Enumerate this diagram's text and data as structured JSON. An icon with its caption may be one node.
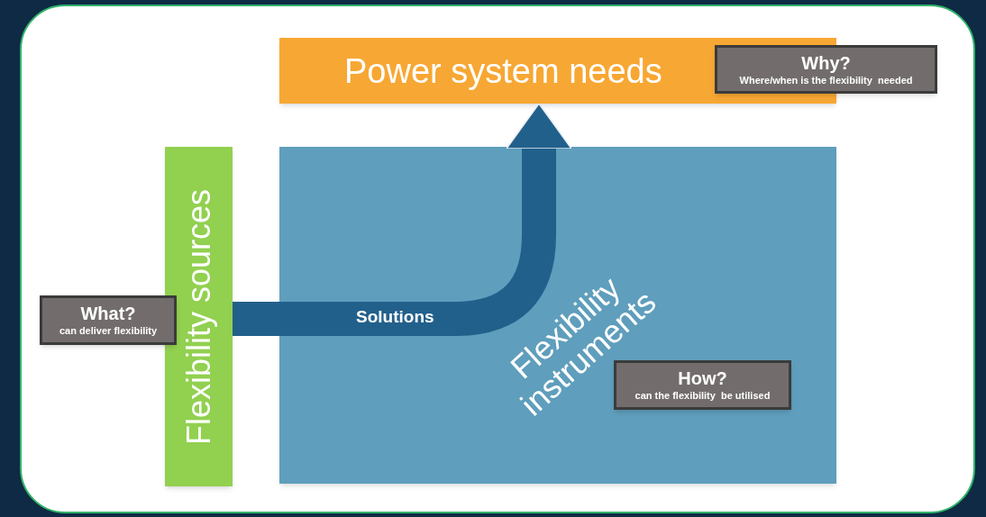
{
  "diagram": {
    "nodes": [
      {
        "text": [
          "Power system needs"
        ]
      },
      {
        "text": [
          "Why?",
          "Where/when is the flexibility  needed"
        ]
      },
      {
        "text": [
          "Flexibility sources"
        ]
      },
      {
        "text": [
          "What?",
          "can deliver flexibility"
        ]
      },
      {
        "text": [
          "Flexibility instruments"
        ]
      },
      {
        "text": [
          "How?",
          "can the flexibility  be utilised"
        ],
        "in": 4
      }
    ],
    "edges": [
      {
        "from": 2,
        "to": 0,
        "arrow": "to",
        "label": "Solutions"
      }
    ]
  }
}
